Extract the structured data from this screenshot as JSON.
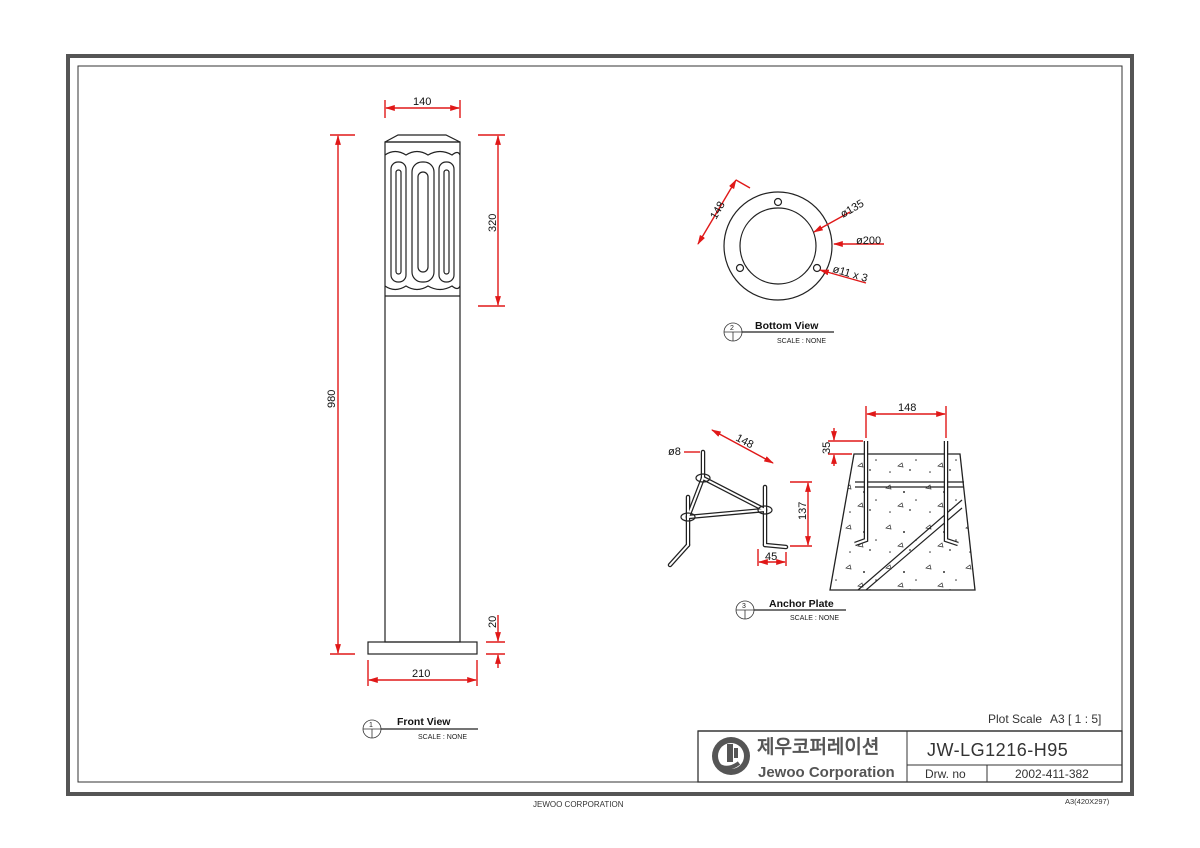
{
  "front_view": {
    "dims": {
      "width_top": "140",
      "height_total": "980",
      "height_head": "320",
      "base_height": "20",
      "base_width": "210"
    },
    "title": "Front View",
    "number": "1",
    "scale": "SCALE : NONE"
  },
  "bottom_view": {
    "dims": {
      "pcd": "148",
      "inner_dia": "ø135",
      "outer_dia": "ø200",
      "holes": "ø11 x 3"
    },
    "title": "Bottom View",
    "number": "2",
    "scale": "SCALE : NONE"
  },
  "anchor_plate": {
    "dims": {
      "rod_dia": "ø8",
      "span": "148",
      "height": "137",
      "foot": "45",
      "top_width": "148",
      "projection": "35"
    },
    "title": "Anchor Plate",
    "number": "3",
    "scale": "SCALE : NONE"
  },
  "title_block": {
    "plot_scale_label": "Plot Scale",
    "plot_scale_value": "A3 [ 1 : 5]",
    "company_korean": "제우코퍼레이션",
    "company_english": "Jewoo Corporation",
    "model": "JW-LG1216-H95",
    "drawing_no_label": "Drw. no",
    "drawing_no": "2002-411-382"
  },
  "footer": {
    "company": "JEWOO CORPORATION",
    "sheet_size": "A3(420X297)"
  }
}
